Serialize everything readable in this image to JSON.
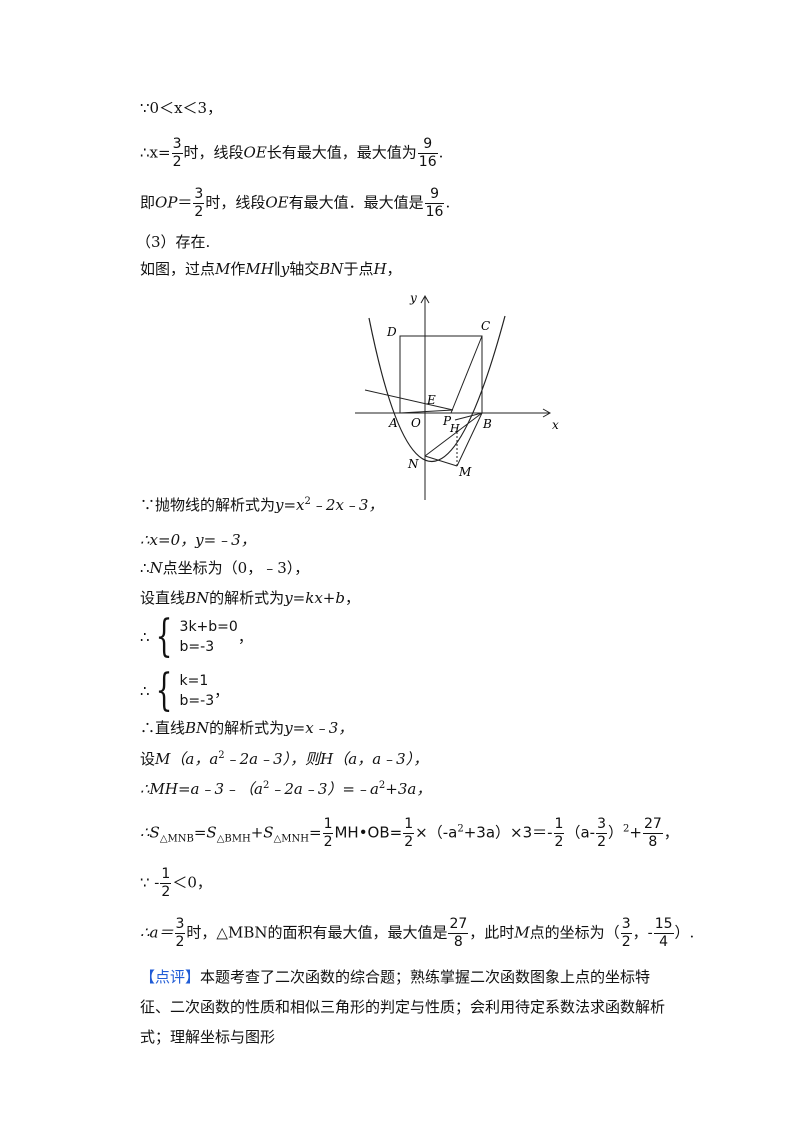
{
  "lines": {
    "l1": "∵0＜x＜3，",
    "l2_pre": "∴x=",
    "l2_n": "3",
    "l2_d": "2",
    "l2_mid": "时，线段",
    "l2_oe": "OE",
    "l2_post": "长有最大值，最大值为",
    "l2_n2": "9",
    "l2_d2": "16",
    "l2_end": ".",
    "l3_pre": "即",
    "l3_op": "OP",
    "l3_eq": "＝",
    "l3_n": "3",
    "l3_d": "2",
    "l3_mid": "时，线段",
    "l3_oe": "OE",
    "l3_post": "有最大值．最大值是",
    "l3_n2": "9",
    "l3_d2": "16",
    "l3_end": ".",
    "l4": "（3）存在.",
    "l5_a": "如图，过点",
    "l5_m": "M",
    "l5_b": "作",
    "l5_mh": "MH",
    "l5_c": "∥",
    "l5_y": "y",
    "l5_d": "轴交",
    "l5_bn": "BN",
    "l5_e": "于点",
    "l5_h": "H",
    "l5_f": "，",
    "l6_pre": "∵抛物线的解析式为",
    "l6_expr": "y=x",
    "l6_exp": "2",
    "l6_tail": "﹣2x﹣3，",
    "l7": "∴x=0，y=﹣3，",
    "l8_a": "∴",
    "l8_n": "N",
    "l8_b": "点坐标为（0，﹣3），",
    "l9_a": "设直线",
    "l9_bn": "BN",
    "l9_b": "的解析式为",
    "l9_expr": "y=kx+b",
    "l9_c": "，",
    "sys1_a": "3k+b=0",
    "sys1_b": "b=-3",
    "sys1_end": "，",
    "sys2_a": "k=1",
    "sys2_b": "b=-3",
    "sys2_end": "，",
    "therefore": "∴",
    "l10_a": "∴直线",
    "l10_bn": "BN",
    "l10_b": "的解析式为",
    "l10_expr": "y=x﹣3，",
    "l11_a": "设",
    "l11_m": "M",
    "l11_b": "（a，a",
    "l11_exp": "2",
    "l11_c": "﹣2a﹣3），则",
    "l11_h": "H",
    "l11_d": "（a，a﹣3），",
    "l12_a": "∴MH=a﹣3﹣（a",
    "l12_exp": "2",
    "l12_b": "﹣2a﹣3）=﹣a",
    "l12_exp2": "2",
    "l12_c": "+3a，",
    "l13_a": "∴S",
    "l13_s1": "△MNB",
    "l13_b": "=S",
    "l13_s2": "△BMH",
    "l13_c": "+S",
    "l13_s3": "△MNH",
    "l13_d": "=",
    "l13_f1n": "1",
    "l13_f1d": "2",
    "l13_e": "MH•OB=",
    "l13_f2n": "1",
    "l13_f2d": "2",
    "l13_f": "×（-a",
    "l13_exp": "2",
    "l13_g": "+3a）×3＝-",
    "l13_f3n": "1",
    "l13_f3d": "2",
    "l13_h": "（a-",
    "l13_f4n": "3",
    "l13_f4d": "2",
    "l13_i": "）",
    "l13_exp2": "2",
    "l13_j": "+",
    "l13_f5n": "27",
    "l13_f5d": "8",
    "l13_k": "，",
    "l14_a": "∵ -",
    "l14_fn": "1",
    "l14_fd": "2",
    "l14_b": "＜0，",
    "l15_a": "∴a＝",
    "l15_f1n": "3",
    "l15_f1d": "2",
    "l15_b": "时，△MBN的面积有最大值，最大值是",
    "l15_f2n": "27",
    "l15_f2d": "8",
    "l15_c": "，此时",
    "l15_m": "M",
    "l15_d": "点的坐标为（",
    "l15_f3n": "3",
    "l15_f3d": "2",
    "l15_e": "，-",
    "l15_f4n": "15",
    "l15_f4d": "4",
    "l15_f": "）.",
    "comment_tag": "【点评】",
    "comment_text": "本题考查了二次函数的综合题；熟练掌握二次函数图象上点的坐标特征、二次函数的性质和相似三角形的判定与性质；会利用待定系数法求函数解析式；理解坐标与图形"
  },
  "figure": {
    "labels": {
      "y": "y",
      "x": "x",
      "D": "D",
      "C": "C",
      "E": "E",
      "A": "A",
      "O": "O",
      "P": "P",
      "H": "H",
      "B": "B",
      "N": "N",
      "M": "M"
    }
  }
}
